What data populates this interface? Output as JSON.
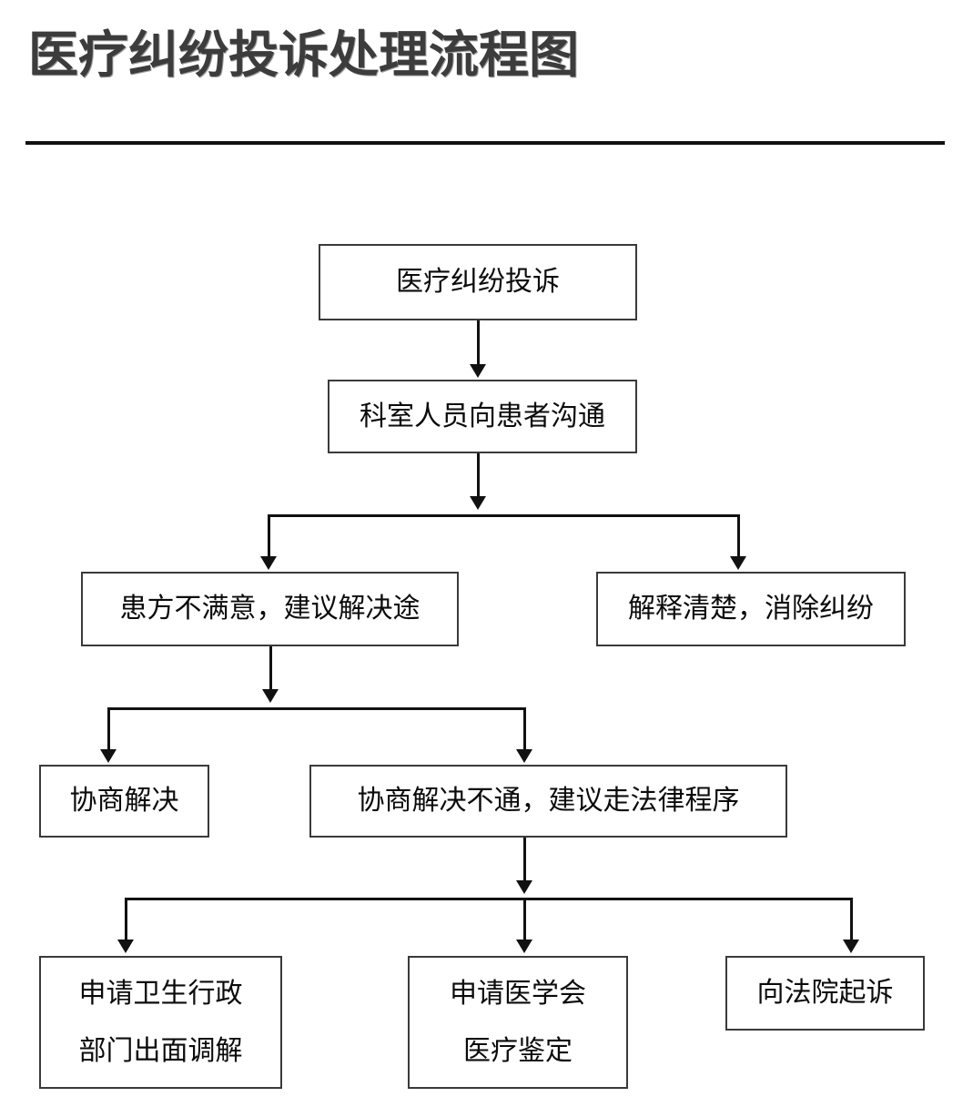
{
  "document": {
    "title": "医疗纠纷投诉处理流程图",
    "title_color": "#3c3c3c",
    "rule_color": "#111111",
    "background": "#ffffff",
    "box_border_color": "#3a3a3a",
    "connector_color": "#111111",
    "text_color": "#0b0b0b"
  },
  "flowchart": {
    "type": "flowchart",
    "orientation": "top-down",
    "nodes": [
      {
        "id": "complaint",
        "label": "医疗纠纷投诉",
        "line1": "医疗纠纷投诉",
        "line2": "",
        "level": 0
      },
      {
        "id": "dept-communicate",
        "label": "科室人员向患者沟通",
        "line1": "科室人员向患者沟通",
        "line2": "",
        "level": 1
      },
      {
        "id": "patient-dissatisfied",
        "label": "患方不满意，建议解决途",
        "line1": "患方不满意，建议解决途",
        "line2": "",
        "level": 2
      },
      {
        "id": "explained-resolved",
        "label": "解释清楚，消除纠纷",
        "line1": "解释清楚，消除纠纷",
        "line2": "",
        "level": 2
      },
      {
        "id": "negotiated-settlement",
        "label": "协商解决",
        "line1": "协商解决",
        "line2": "",
        "level": 3
      },
      {
        "id": "negotiation-failed",
        "label": "协商解决不通，建议走法律程序",
        "line1": "协商解决不通，建议走法律程序",
        "line2": "",
        "level": 3
      },
      {
        "id": "health-admin-mediation",
        "label": "申请卫生行政部门出面调解",
        "line1": "申请卫生行政",
        "line2": "部门出面调解",
        "level": 4
      },
      {
        "id": "medical-association-appraisal",
        "label": "申请医学会医疗鉴定",
        "line1": "申请医学会",
        "line2": "医疗鉴定",
        "level": 4
      },
      {
        "id": "court-lawsuit",
        "label": "向法院起诉",
        "line1": "向法院起诉",
        "line2": "",
        "level": 4
      }
    ],
    "edges": [
      {
        "from": "complaint",
        "to": "dept-communicate"
      },
      {
        "from": "dept-communicate",
        "to": "patient-dissatisfied"
      },
      {
        "from": "dept-communicate",
        "to": "explained-resolved"
      },
      {
        "from": "patient-dissatisfied",
        "to": "negotiated-settlement"
      },
      {
        "from": "patient-dissatisfied",
        "to": "negotiation-failed"
      },
      {
        "from": "negotiation-failed",
        "to": "health-admin-mediation"
      },
      {
        "from": "negotiation-failed",
        "to": "medical-association-appraisal"
      },
      {
        "from": "negotiation-failed",
        "to": "court-lawsuit"
      }
    ]
  }
}
